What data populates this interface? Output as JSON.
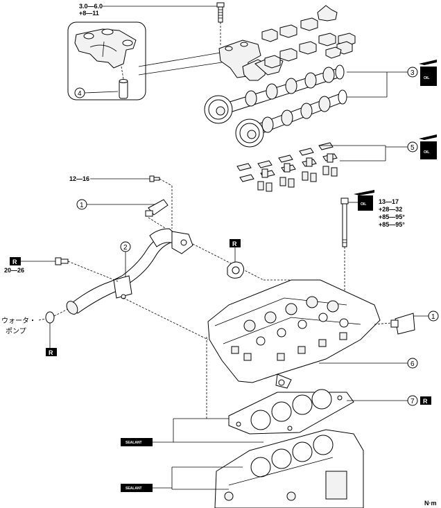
{
  "torque_specs": {
    "top_bolt_line1": "3.0—6.0",
    "top_bolt_line2": "+8—11",
    "bolt_12_16": "12—16",
    "bolt_20_26": "20—26",
    "head_bolt_line1": "13—17",
    "head_bolt_line2": "+28—32",
    "head_bolt_line3": "+85—95°",
    "head_bolt_line4": "+85—95°"
  },
  "callouts": {
    "c1": "1",
    "c2": "2",
    "c3": "3",
    "c4": "4",
    "c5": "5",
    "c6": "6",
    "c7": "7",
    "c1b": "1"
  },
  "labels": {
    "water_pump_line1": "ウォータ・",
    "water_pump_line2": "ポンプ",
    "unit": "N·m"
  },
  "symbols": {
    "replace_badge": "R",
    "oil_label": "OIL",
    "sealant_label": "SEALANT"
  }
}
